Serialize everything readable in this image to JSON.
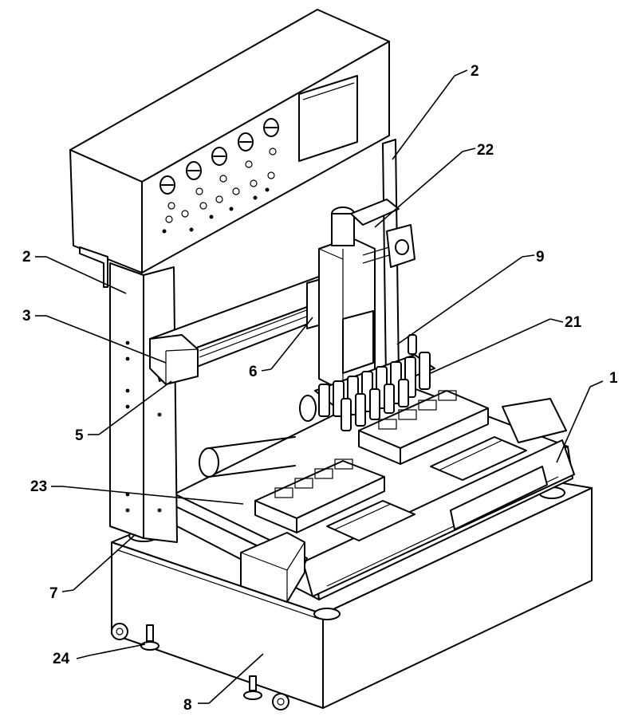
{
  "labels": {
    "l1": "1",
    "l2_top": "2",
    "l2_left": "2",
    "l3": "3",
    "l5": "5",
    "l6": "6",
    "l7": "7",
    "l8": "8",
    "l9": "9",
    "l21": "21",
    "l22": "22",
    "l23": "23",
    "l24": "24"
  }
}
